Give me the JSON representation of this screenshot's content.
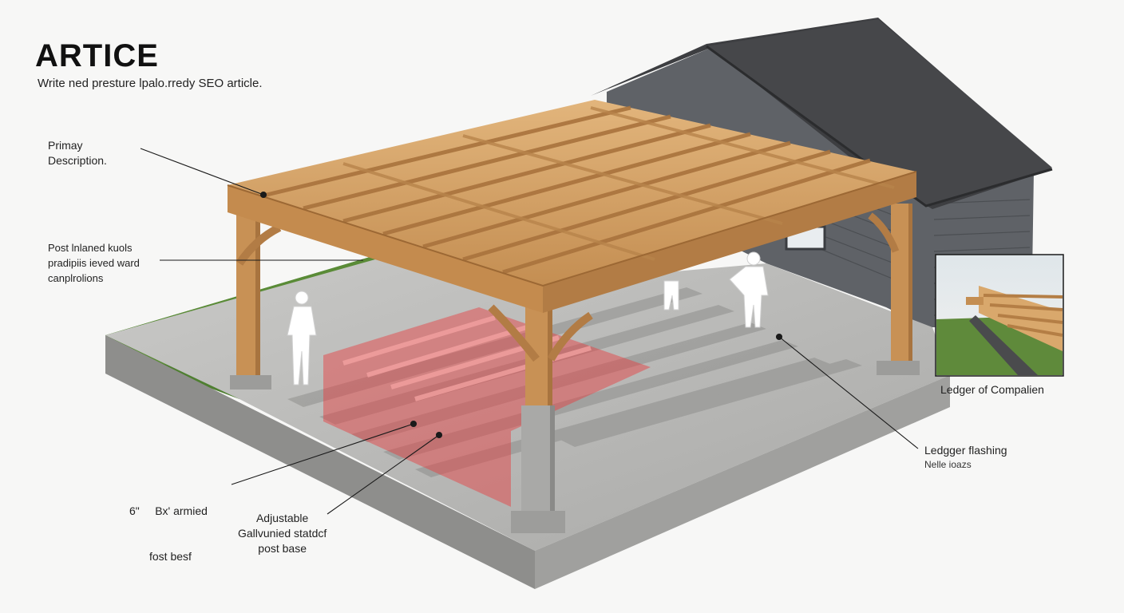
{
  "header": {
    "title": "ARTICE",
    "subtitle": "Write ned presture lpalo.rredy SEO article."
  },
  "callouts": {
    "primary": {
      "line1": "Primay",
      "line2": "Description."
    },
    "post": {
      "line1": "Post lnlaned kuols",
      "line2": "pradipiis ieved ward",
      "line3": "canplrolions"
    },
    "footing": {
      "line1": "6\"     Bx' armied",
      "line2": "fost besf"
    },
    "base": {
      "line1": "Adjustable",
      "line2": "Gallvunied statdcf",
      "line3": "post base"
    },
    "ledger": {
      "line1": "Ledgger flashing",
      "line2": "Nelle ioazs"
    }
  },
  "inset": {
    "caption": "Ledger of Compalien"
  },
  "colors": {
    "wood": "#d5a266",
    "wood_dark": "#b27c45",
    "siding": "#5e6166",
    "roof": "#3c3d40",
    "concrete": "#b9b9b7",
    "grass": "#4c7c30",
    "highlight": "#e8393c"
  }
}
